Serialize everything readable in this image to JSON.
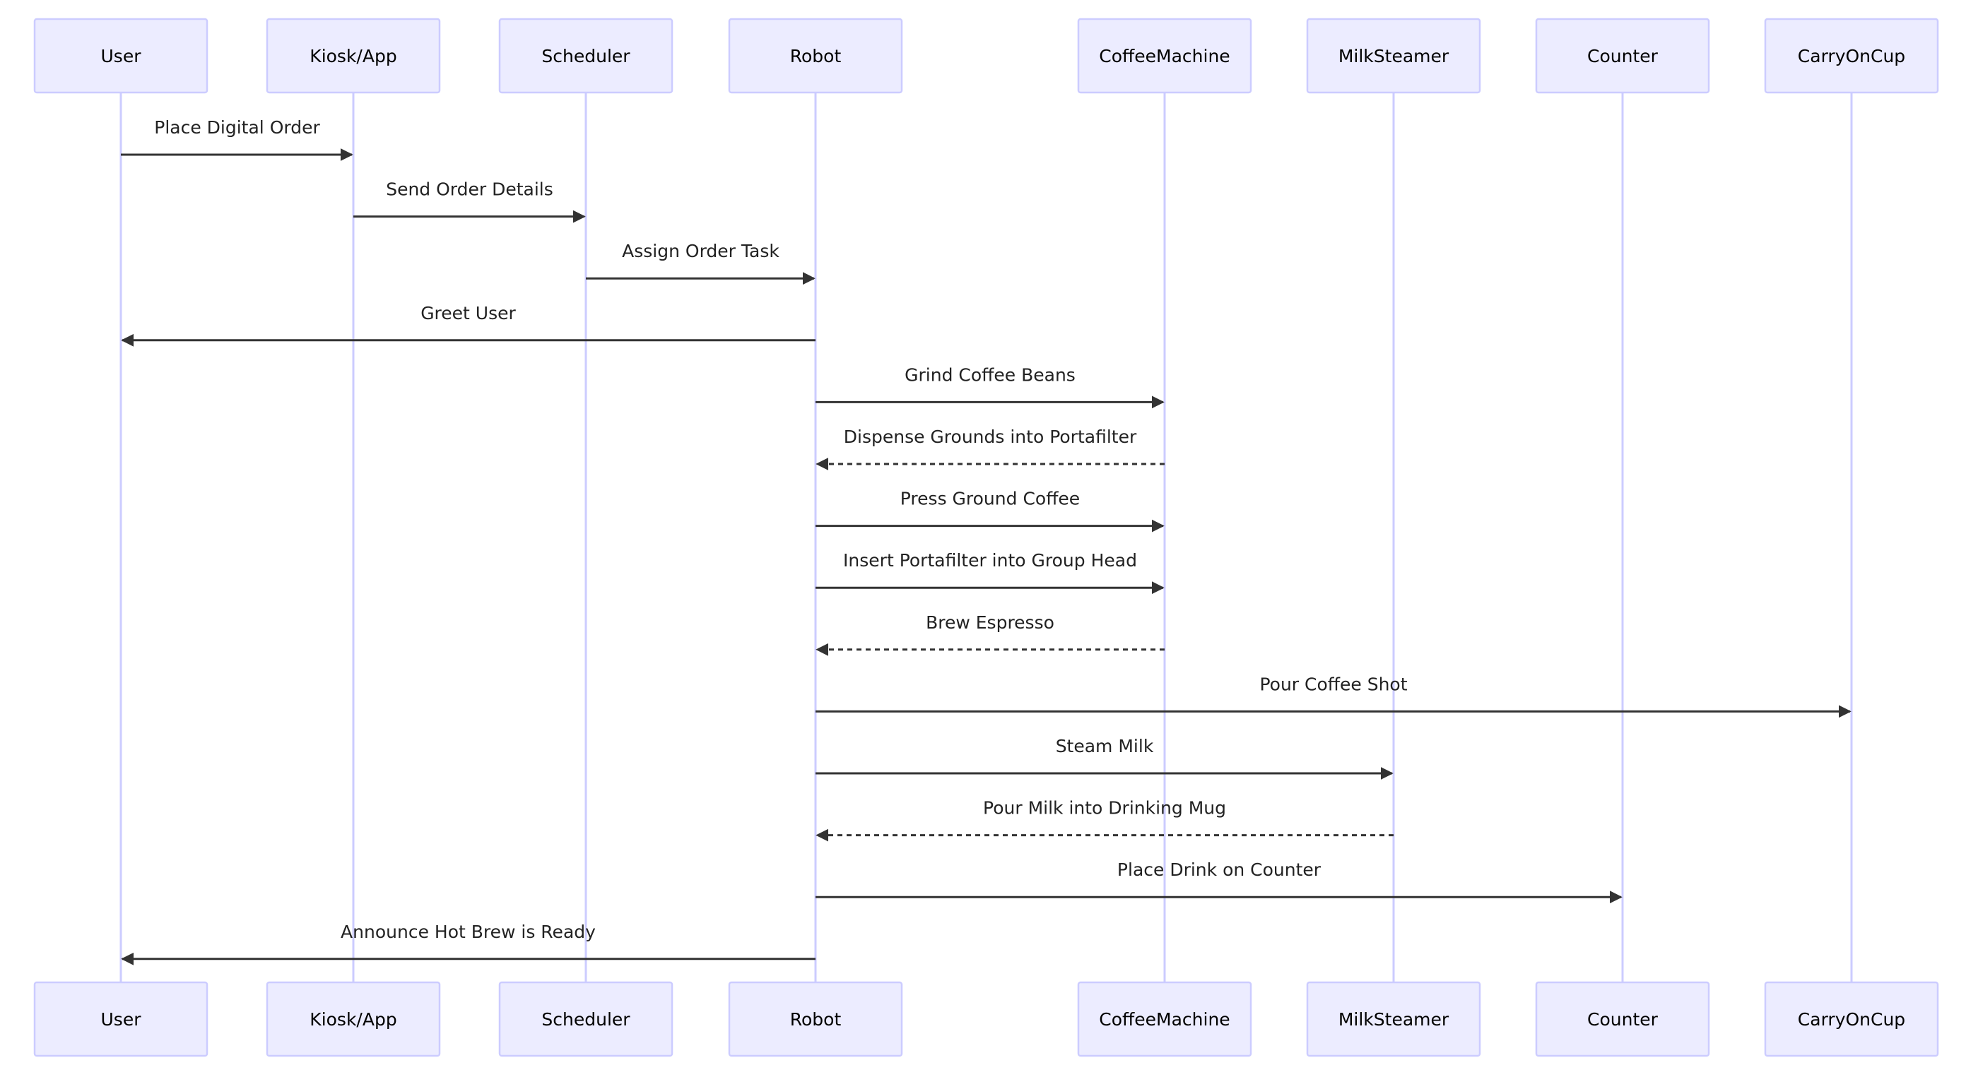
{
  "diagram": {
    "type": "sequence",
    "colors": {
      "actor_fill": "#ECECFF",
      "actor_border": "#CCCCFF",
      "lifeline": "#CCCCFF",
      "message": "#333333"
    },
    "actors": [
      {
        "id": "user",
        "label": "User"
      },
      {
        "id": "kiosk",
        "label": "Kiosk/App"
      },
      {
        "id": "scheduler",
        "label": "Scheduler"
      },
      {
        "id": "robot",
        "label": "Robot"
      },
      {
        "id": "coffee",
        "label": "CoffeeMachine"
      },
      {
        "id": "milk",
        "label": "MilkSteamer"
      },
      {
        "id": "counter",
        "label": "Counter"
      },
      {
        "id": "cup",
        "label": "CarryOnCup"
      }
    ],
    "messages": [
      {
        "from": "user",
        "to": "kiosk",
        "label": "Place Digital Order",
        "style": "solid"
      },
      {
        "from": "kiosk",
        "to": "scheduler",
        "label": "Send Order Details",
        "style": "solid"
      },
      {
        "from": "scheduler",
        "to": "robot",
        "label": "Assign Order Task",
        "style": "solid"
      },
      {
        "from": "robot",
        "to": "user",
        "label": "Greet User",
        "style": "solid"
      },
      {
        "from": "robot",
        "to": "coffee",
        "label": "Grind Coffee Beans",
        "style": "solid"
      },
      {
        "from": "coffee",
        "to": "robot",
        "label": "Dispense Grounds into Portafilter",
        "style": "dashed"
      },
      {
        "from": "robot",
        "to": "coffee",
        "label": "Press Ground Coffee",
        "style": "solid"
      },
      {
        "from": "robot",
        "to": "coffee",
        "label": "Insert Portafilter into Group Head",
        "style": "solid"
      },
      {
        "from": "coffee",
        "to": "robot",
        "label": "Brew Espresso",
        "style": "dashed"
      },
      {
        "from": "robot",
        "to": "cup",
        "label": "Pour Coffee Shot",
        "style": "solid"
      },
      {
        "from": "robot",
        "to": "milk",
        "label": "Steam Milk",
        "style": "solid"
      },
      {
        "from": "milk",
        "to": "robot",
        "label": "Pour Milk into Drinking Mug",
        "style": "dashed"
      },
      {
        "from": "robot",
        "to": "counter",
        "label": "Place Drink on Counter",
        "style": "solid"
      },
      {
        "from": "robot",
        "to": "user",
        "label": "Announce Hot Brew is Ready",
        "style": "solid"
      }
    ]
  }
}
